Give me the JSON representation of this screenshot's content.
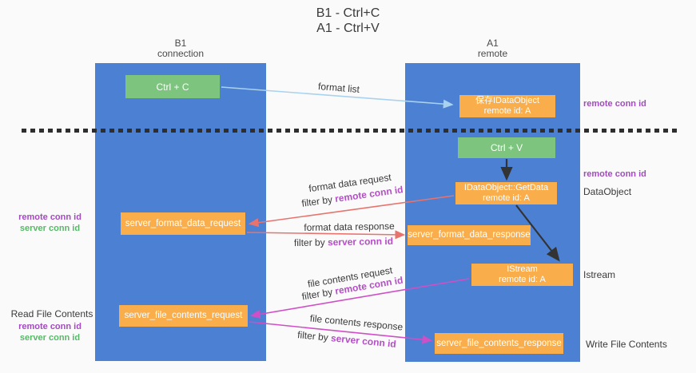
{
  "title": {
    "line1": "B1 - Ctrl+C",
    "line2": "A1 - Ctrl+V"
  },
  "lanes": {
    "left": {
      "name": "B1",
      "subtitle": "connection"
    },
    "right": {
      "name": "A1",
      "subtitle": "remote"
    }
  },
  "nodes": {
    "ctrl_c": {
      "label": "Ctrl + C"
    },
    "save_idataobject": {
      "line1": "保存IDataObject",
      "line2": "remote id: A"
    },
    "ctrl_v": {
      "label": "Ctrl + V"
    },
    "getdata": {
      "line1": "IDataObject::GetData",
      "line2": "remote id: A"
    },
    "format_request": {
      "label": "server_format_data_request"
    },
    "format_response": {
      "label": "server_format_data_response"
    },
    "istream": {
      "line1": "IStream",
      "line2": "remote id: A"
    },
    "file_request": {
      "label": "server_file_contents_request"
    },
    "file_response": {
      "label": "server_file_contents_response"
    }
  },
  "edges": {
    "format_list": {
      "label": "format list"
    },
    "format_request": {
      "label": "format data request",
      "filter_prefix": "filter by ",
      "filter_key": "remote conn id"
    },
    "format_response": {
      "label": "format data response",
      "filter_prefix": "filter by ",
      "filter_key": "server conn id"
    },
    "file_request": {
      "label": "file contents request",
      "filter_prefix": "filter by ",
      "filter_key": "remote conn id"
    },
    "file_response": {
      "label": "file contents response",
      "filter_prefix": "filter by ",
      "filter_key": "server conn id"
    }
  },
  "annotations": {
    "right_remote_conn_id_top": "remote conn id",
    "right_remote_conn_id_mid": "remote conn id",
    "dataobject": "DataObject",
    "istream": "Istream",
    "write_file_contents": "Write File Contents",
    "read_file_contents": "Read File Contents",
    "left_mid": {
      "remote": "remote conn id",
      "server": "server conn id"
    },
    "left_bottom": {
      "remote": "remote conn id",
      "server": "server conn id"
    }
  },
  "colors": {
    "lane_blue": "#4b80d3",
    "node_green": "#7dc47e",
    "node_orange": "#f9ae4b",
    "arrow_lightblue": "#a9d2ef",
    "arrow_red": "#e8736d",
    "arrow_magenta": "#cf4fc6",
    "arrow_black": "#333333",
    "label_purple": "#a24bbe",
    "label_green": "#58b868",
    "filter_purple": "#b44fc6"
  }
}
